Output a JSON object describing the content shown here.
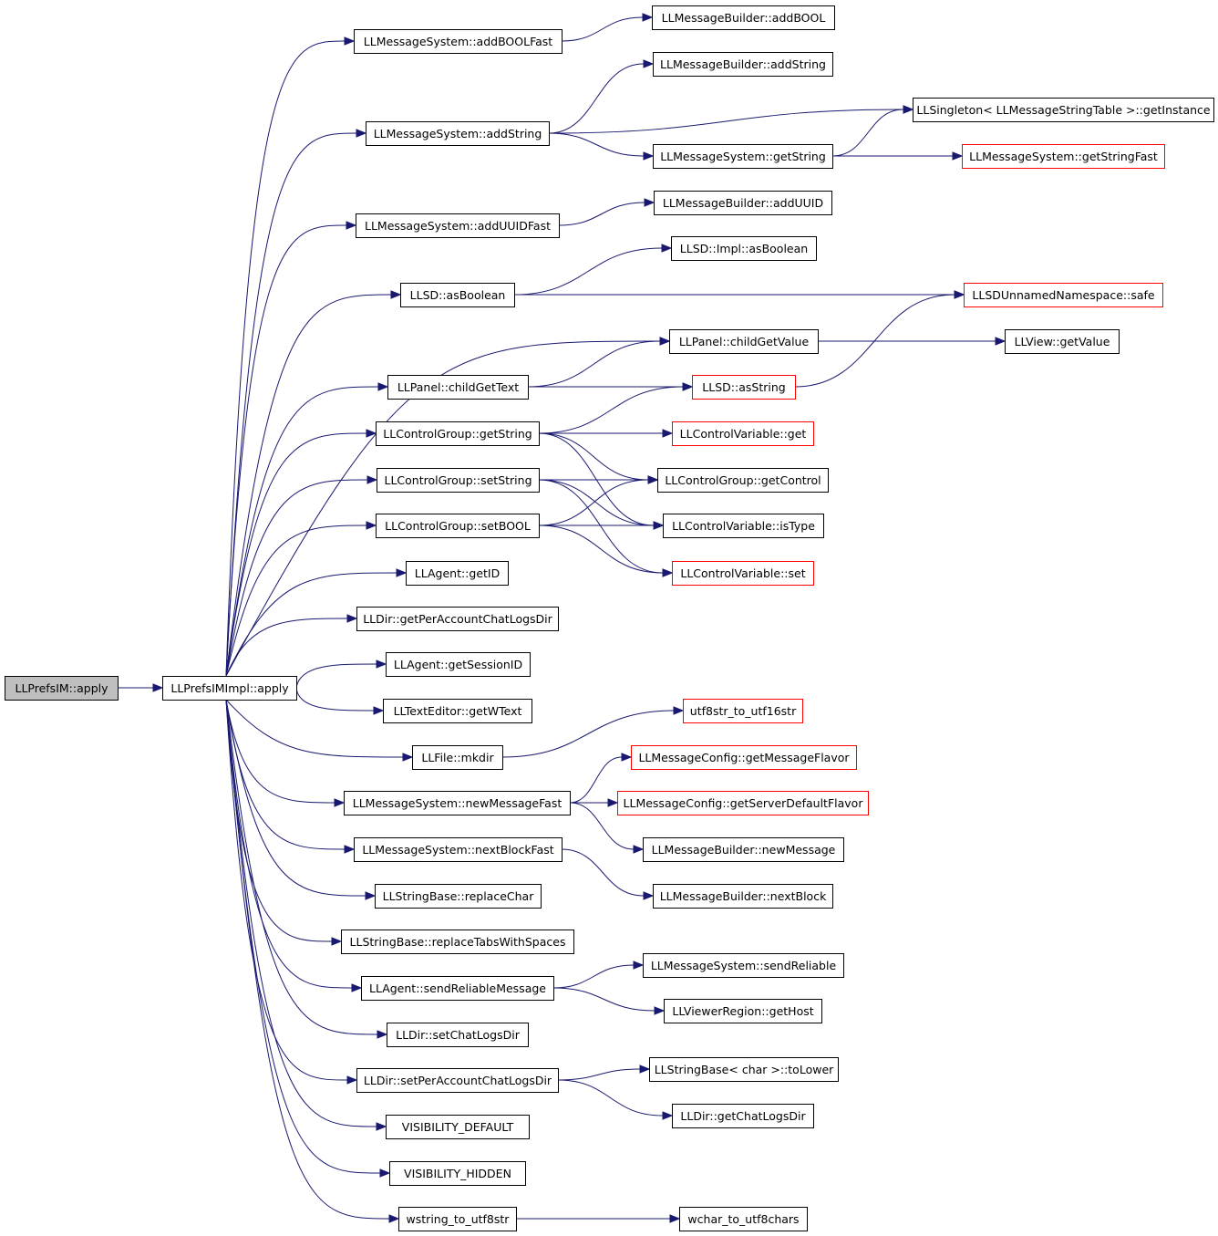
{
  "colors": {
    "edge": "#191970",
    "root_fill": "#bfbfbf",
    "node_fill": "#ffffff",
    "node_border": "#000000",
    "truncated_border": "#ff0000"
  },
  "nodes": [
    {
      "id": "root",
      "label": "LLPrefsIM::apply",
      "style": "root"
    },
    {
      "id": "impl",
      "label": "LLPrefsIMImpl::apply",
      "style": "normal"
    },
    {
      "id": "addBOOLFast",
      "label": "LLMessageSystem::addBOOLFast",
      "style": "normal"
    },
    {
      "id": "addString",
      "label": "LLMessageSystem::addString",
      "style": "normal"
    },
    {
      "id": "addUUIDFast",
      "label": "LLMessageSystem::addUUIDFast",
      "style": "normal"
    },
    {
      "id": "sdAsBoolean",
      "label": "LLSD::asBoolean",
      "style": "normal"
    },
    {
      "id": "childGetText",
      "label": "LLPanel::childGetText",
      "style": "normal"
    },
    {
      "id": "cgGetString",
      "label": "LLControlGroup::getString",
      "style": "normal"
    },
    {
      "id": "cgSetString",
      "label": "LLControlGroup::setString",
      "style": "normal"
    },
    {
      "id": "cgSetBOOL",
      "label": "LLControlGroup::setBOOL",
      "style": "normal"
    },
    {
      "id": "agentGetID",
      "label": "LLAgent::getID",
      "style": "normal"
    },
    {
      "id": "dirPerAcct",
      "label": "LLDir::getPerAccountChatLogsDir",
      "style": "normal"
    },
    {
      "id": "agentSession",
      "label": "LLAgent::getSessionID",
      "style": "normal"
    },
    {
      "id": "textGetW",
      "label": "LLTextEditor::getWText",
      "style": "normal"
    },
    {
      "id": "fileMkdir",
      "label": "LLFile::mkdir",
      "style": "normal"
    },
    {
      "id": "newMsgFast",
      "label": "LLMessageSystem::newMessageFast",
      "style": "normal"
    },
    {
      "id": "nextBlockFast",
      "label": "LLMessageSystem::nextBlockFast",
      "style": "normal"
    },
    {
      "id": "replaceChar",
      "label": "LLStringBase::replaceChar",
      "style": "normal"
    },
    {
      "id": "replaceTabs",
      "label": "LLStringBase::replaceTabsWithSpaces",
      "style": "normal"
    },
    {
      "id": "sendReliableMsg",
      "label": "LLAgent::sendReliableMessage",
      "style": "normal"
    },
    {
      "id": "setChatLogs",
      "label": "LLDir::setChatLogsDir",
      "style": "normal"
    },
    {
      "id": "setPerAcct",
      "label": "LLDir::setPerAccountChatLogsDir",
      "style": "normal"
    },
    {
      "id": "visDefault",
      "label": "VISIBILITY_DEFAULT",
      "style": "normal"
    },
    {
      "id": "visHidden",
      "label": "VISIBILITY_HIDDEN",
      "style": "normal"
    },
    {
      "id": "wstrToUtf8",
      "label": "wstring_to_utf8str",
      "style": "normal"
    },
    {
      "id": "mbAddBOOL",
      "label": "LLMessageBuilder::addBOOL",
      "style": "normal"
    },
    {
      "id": "mbAddString",
      "label": "LLMessageBuilder::addString",
      "style": "normal"
    },
    {
      "id": "singleton",
      "label": "LLSingleton< LLMessageStringTable >::getInstance",
      "style": "normal"
    },
    {
      "id": "msGetString",
      "label": "LLMessageSystem::getString",
      "style": "normal"
    },
    {
      "id": "msGetStringFast",
      "label": "LLMessageSystem::getStringFast",
      "style": "truncated"
    },
    {
      "id": "mbAddUUID",
      "label": "LLMessageBuilder::addUUID",
      "style": "normal"
    },
    {
      "id": "implAsBoolean",
      "label": "LLSD::Impl::asBoolean",
      "style": "normal"
    },
    {
      "id": "sdSafe",
      "label": "LLSDUnnamedNamespace::safe",
      "style": "truncated"
    },
    {
      "id": "childGetValue",
      "label": "LLPanel::childGetValue",
      "style": "normal"
    },
    {
      "id": "viewGetValue",
      "label": "LLView::getValue",
      "style": "normal"
    },
    {
      "id": "sdAsString",
      "label": "LLSD::asString",
      "style": "truncated"
    },
    {
      "id": "cvGet",
      "label": "LLControlVariable::get",
      "style": "truncated"
    },
    {
      "id": "cgGetControl",
      "label": "LLControlGroup::getControl",
      "style": "normal"
    },
    {
      "id": "cvIsType",
      "label": "LLControlVariable::isType",
      "style": "normal"
    },
    {
      "id": "cvSet",
      "label": "LLControlVariable::set",
      "style": "truncated"
    },
    {
      "id": "utf8to16",
      "label": "utf8str_to_utf16str",
      "style": "truncated"
    },
    {
      "id": "mcGetFlavor",
      "label": "LLMessageConfig::getMessageFlavor",
      "style": "truncated"
    },
    {
      "id": "mcServerFlavor",
      "label": "LLMessageConfig::getServerDefaultFlavor",
      "style": "truncated"
    },
    {
      "id": "mbNewMessage",
      "label": "LLMessageBuilder::newMessage",
      "style": "normal"
    },
    {
      "id": "mbNextBlock",
      "label": "LLMessageBuilder::nextBlock",
      "style": "normal"
    },
    {
      "id": "msSendReliable",
      "label": "LLMessageSystem::sendReliable",
      "style": "normal"
    },
    {
      "id": "regionGetHost",
      "label": "LLViewerRegion::getHost",
      "style": "normal"
    },
    {
      "id": "toLower",
      "label": "LLStringBase< char >::toLower",
      "style": "normal"
    },
    {
      "id": "dirGetChatLogs",
      "label": "LLDir::getChatLogsDir",
      "style": "normal"
    },
    {
      "id": "wcharToUtf8",
      "label": "wchar_to_utf8chars",
      "style": "normal"
    }
  ],
  "edges": [
    [
      "root",
      "impl"
    ],
    [
      "impl",
      "addBOOLFast"
    ],
    [
      "impl",
      "addString"
    ],
    [
      "impl",
      "addUUIDFast"
    ],
    [
      "impl",
      "sdAsBoolean"
    ],
    [
      "impl",
      "childGetValue"
    ],
    [
      "impl",
      "childGetText"
    ],
    [
      "impl",
      "cgGetString"
    ],
    [
      "impl",
      "cgSetString"
    ],
    [
      "impl",
      "cgSetBOOL"
    ],
    [
      "impl",
      "agentGetID"
    ],
    [
      "impl",
      "dirPerAcct"
    ],
    [
      "impl",
      "agentSession"
    ],
    [
      "impl",
      "textGetW"
    ],
    [
      "impl",
      "fileMkdir"
    ],
    [
      "impl",
      "newMsgFast"
    ],
    [
      "impl",
      "nextBlockFast"
    ],
    [
      "impl",
      "replaceChar"
    ],
    [
      "impl",
      "replaceTabs"
    ],
    [
      "impl",
      "sendReliableMsg"
    ],
    [
      "impl",
      "setChatLogs"
    ],
    [
      "impl",
      "setPerAcct"
    ],
    [
      "impl",
      "visDefault"
    ],
    [
      "impl",
      "visHidden"
    ],
    [
      "impl",
      "wstrToUtf8"
    ],
    [
      "addBOOLFast",
      "mbAddBOOL"
    ],
    [
      "addString",
      "mbAddString"
    ],
    [
      "addString",
      "singleton"
    ],
    [
      "addString",
      "msGetString"
    ],
    [
      "msGetString",
      "singleton"
    ],
    [
      "msGetString",
      "msGetStringFast"
    ],
    [
      "addUUIDFast",
      "mbAddUUID"
    ],
    [
      "sdAsBoolean",
      "implAsBoolean"
    ],
    [
      "sdAsBoolean",
      "sdSafe"
    ],
    [
      "childGetValue",
      "viewGetValue"
    ],
    [
      "childGetText",
      "childGetValue"
    ],
    [
      "childGetText",
      "sdAsString"
    ],
    [
      "sdAsString",
      "sdSafe"
    ],
    [
      "cgGetString",
      "sdAsString"
    ],
    [
      "cgGetString",
      "cvGet"
    ],
    [
      "cgGetString",
      "cgGetControl"
    ],
    [
      "cgGetString",
      "cvIsType"
    ],
    [
      "cgSetString",
      "cgGetControl"
    ],
    [
      "cgSetString",
      "cvIsType"
    ],
    [
      "cgSetString",
      "cvSet"
    ],
    [
      "cgSetBOOL",
      "cgGetControl"
    ],
    [
      "cgSetBOOL",
      "cvIsType"
    ],
    [
      "cgSetBOOL",
      "cvSet"
    ],
    [
      "fileMkdir",
      "utf8to16"
    ],
    [
      "newMsgFast",
      "mcGetFlavor"
    ],
    [
      "newMsgFast",
      "mcServerFlavor"
    ],
    [
      "newMsgFast",
      "mbNewMessage"
    ],
    [
      "nextBlockFast",
      "mbNextBlock"
    ],
    [
      "sendReliableMsg",
      "msSendReliable"
    ],
    [
      "sendReliableMsg",
      "regionGetHost"
    ],
    [
      "setPerAcct",
      "toLower"
    ],
    [
      "setPerAcct",
      "dirGetChatLogs"
    ],
    [
      "wstrToUtf8",
      "wcharToUtf8"
    ]
  ]
}
